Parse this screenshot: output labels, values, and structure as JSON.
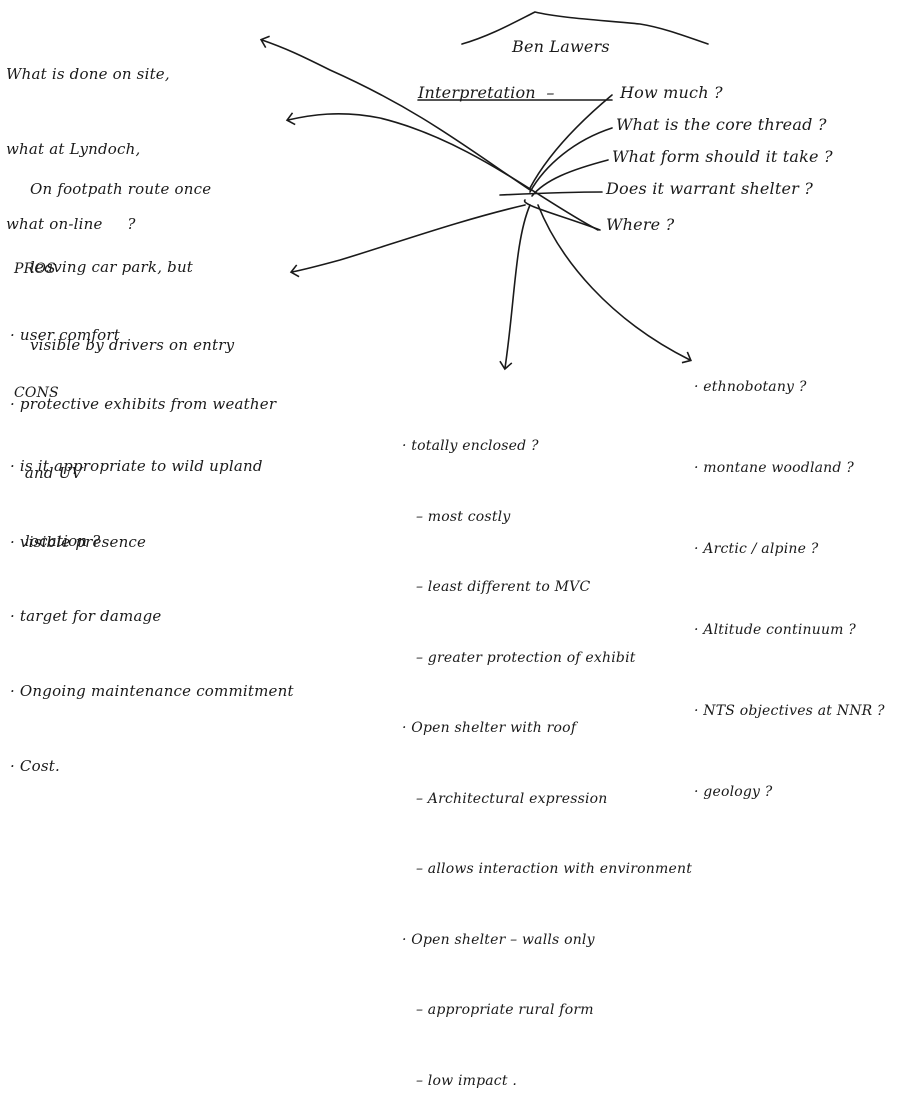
{
  "title": "Ben Lawers",
  "interpretation": "Interpretation  –",
  "questions": [
    "How much ?",
    "What is the core thread ?",
    "What form should it take ?",
    "Does it warrant shelter ?",
    "Where ?"
  ],
  "top_left": [
    "What is done on site,",
    "what at Lyndoch,",
    "what on-line     ?"
  ],
  "footpath": [
    "On footpath route once",
    "leaving car park, but",
    "visible by drivers on entry"
  ],
  "pros_heading": "PROS",
  "pros": [
    "· user comfort",
    "· protective exhibits from weather",
    "   and UV",
    "· visible presence"
  ],
  "cons_heading": "CONS",
  "cons": [
    "· is it appropriate to wild upland",
    "   location ?",
    "· target for damage",
    "· Ongoing maintenance commitment",
    "· Cost."
  ],
  "shelter_options": [
    "· totally enclosed ?",
    "   – most costly",
    "   – least different to MVC",
    "   – greater protection of exhibit",
    "· Open shelter with roof",
    "   – Architectural expression",
    "   – allows interaction with environment",
    "· Open shelter – walls only",
    "   – appropriate rural form",
    "   – low impact ."
  ],
  "core_threads": [
    "· ethnobotany ?",
    "· montane woodland ?",
    "· Arctic / alpine ?",
    "· Altitude continuum ?",
    "· NTS objectives at NNR ?",
    "· geology ?"
  ]
}
